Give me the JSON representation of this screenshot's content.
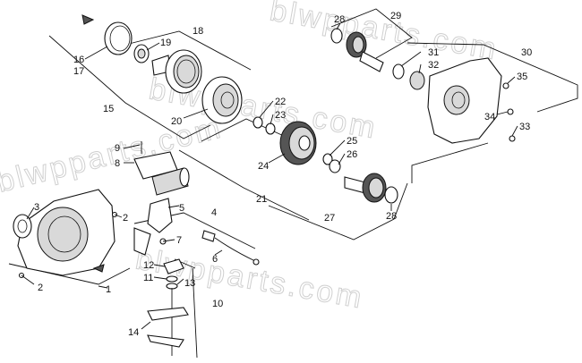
{
  "watermark": {
    "top": "blwpparts.com",
    "center": "blwpparts.com",
    "left": "blwpparts.com",
    "bottom": "blwpparts.com"
  },
  "callouts": [
    {
      "id": "1",
      "label": "1"
    },
    {
      "id": "2a",
      "label": "2"
    },
    {
      "id": "2b",
      "label": "2"
    },
    {
      "id": "3",
      "label": "3"
    },
    {
      "id": "4",
      "label": "4"
    },
    {
      "id": "5",
      "label": "5"
    },
    {
      "id": "6",
      "label": "6"
    },
    {
      "id": "7",
      "label": "7"
    },
    {
      "id": "8",
      "label": "8"
    },
    {
      "id": "9",
      "label": "9"
    },
    {
      "id": "10",
      "label": "10"
    },
    {
      "id": "11",
      "label": "11"
    },
    {
      "id": "12",
      "label": "12"
    },
    {
      "id": "13",
      "label": "13"
    },
    {
      "id": "14",
      "label": "14"
    },
    {
      "id": "15",
      "label": "15"
    },
    {
      "id": "16",
      "label": "16"
    },
    {
      "id": "17",
      "label": "17"
    },
    {
      "id": "18",
      "label": "18"
    },
    {
      "id": "19",
      "label": "19"
    },
    {
      "id": "20",
      "label": "20"
    },
    {
      "id": "21",
      "label": "21"
    },
    {
      "id": "22",
      "label": "22"
    },
    {
      "id": "23",
      "label": "23"
    },
    {
      "id": "24",
      "label": "24"
    },
    {
      "id": "25",
      "label": "25"
    },
    {
      "id": "26",
      "label": "26"
    },
    {
      "id": "27",
      "label": "27"
    },
    {
      "id": "28a",
      "label": "28"
    },
    {
      "id": "28b",
      "label": "28"
    },
    {
      "id": "29",
      "label": "29"
    },
    {
      "id": "30",
      "label": "30"
    },
    {
      "id": "31",
      "label": "31"
    },
    {
      "id": "32",
      "label": "32"
    },
    {
      "id": "33",
      "label": "33"
    },
    {
      "id": "34",
      "label": "34"
    },
    {
      "id": "35",
      "label": "35"
    }
  ]
}
